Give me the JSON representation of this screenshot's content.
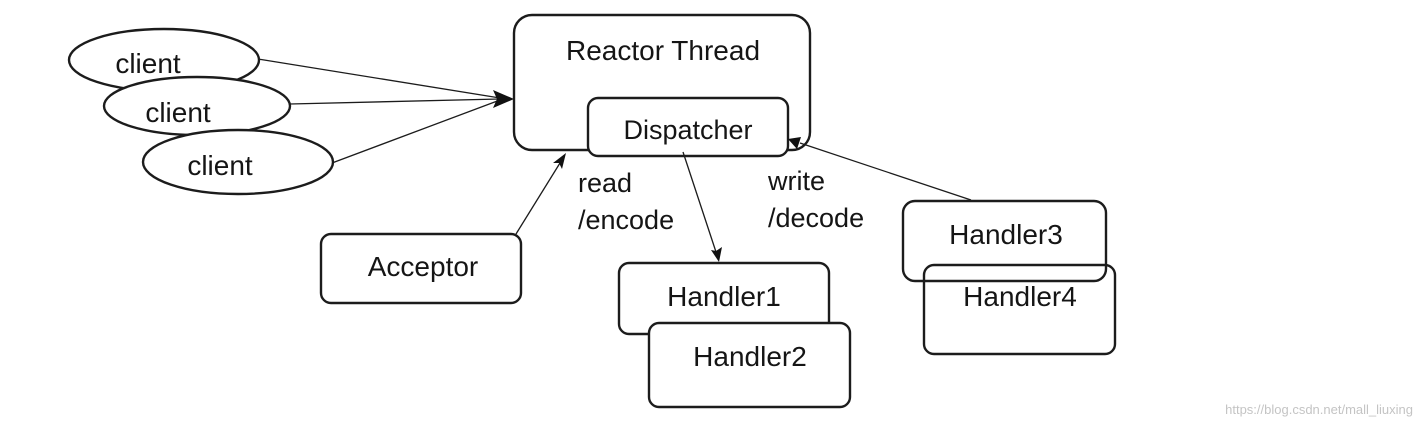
{
  "diagram": {
    "clients": [
      {
        "label": "client"
      },
      {
        "label": "client"
      },
      {
        "label": "client"
      }
    ],
    "reactor_thread": {
      "label": "Reactor Thread"
    },
    "dispatcher": {
      "label": "Dispatcher"
    },
    "acceptor": {
      "label": "Acceptor"
    },
    "read_encode": {
      "line1": "read",
      "line2": "/encode"
    },
    "write_decode": {
      "line1": "write",
      "line2": "/decode"
    },
    "handlers": [
      {
        "label": "Handler1"
      },
      {
        "label": "Handler2"
      },
      {
        "label": "Handler3"
      },
      {
        "label": "Handler4"
      }
    ]
  },
  "watermark": "https://blog.csdn.net/mall_liuxing",
  "colors": {
    "stroke": "#1c1c1c",
    "text": "#151515",
    "background": "#ffffff",
    "watermark": "#c4c4c4"
  }
}
